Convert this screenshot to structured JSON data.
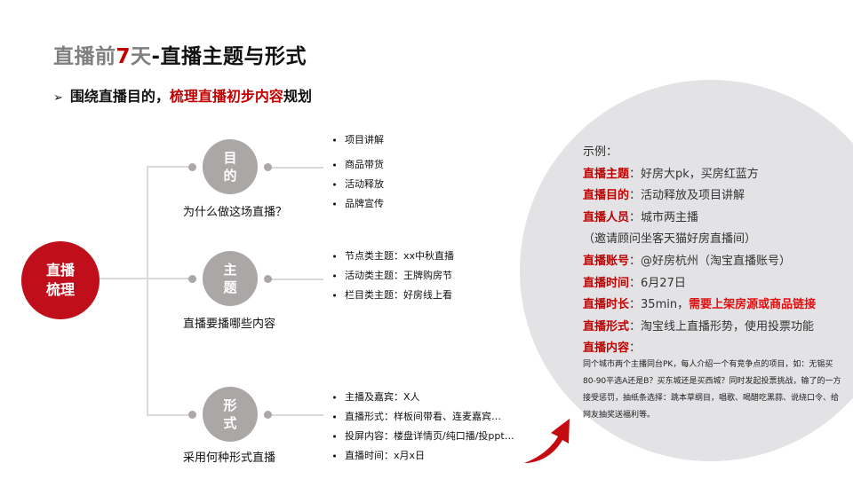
{
  "title": {
    "part1": "直播前",
    "part2": "7",
    "part3": "天",
    "part4": "-直播主题与形式",
    "colors": {
      "gray": "#7f7f7f",
      "accent": "#c00000",
      "dark": "#111111"
    }
  },
  "subtitle": {
    "arrow": "➢",
    "part1": "围绕直播目的，",
    "part2": "梳理直播初步内容",
    "part3": "规划"
  },
  "mindmap": {
    "root": {
      "line1": "直播",
      "line2": "梳理",
      "color": "#c00f1a"
    },
    "branches": [
      {
        "node_line1": "目",
        "node_line2": "的",
        "caption": "为什么做这场直播？",
        "items": [
          "项目讲解",
          "商品带货",
          "活动释放",
          "品牌宣传"
        ]
      },
      {
        "node_line1": "主",
        "node_line2": "题",
        "caption": "直播要播哪些内容",
        "items": [
          "节点类主题：xx中秋直播",
          "活动类主题：王牌购房节",
          "栏目类主题：好房线上看"
        ]
      },
      {
        "node_line1": "形",
        "node_line2": "式",
        "caption": "采用何种形式直播",
        "items": [
          "主播及嘉宾：X人",
          "直播形式：样板间带看、连麦嘉宾…",
          "投屏内容：楼盘详情页/纯口播/投ppt…",
          "直播时间：x月x日"
        ]
      }
    ]
  },
  "example": {
    "heading": "示例：",
    "rows": [
      {
        "label": "直播主题",
        "sep": "：",
        "value": "好房大pk，买房红蓝方"
      },
      {
        "label": "直播目的",
        "sep": "：",
        "value": "活动释放及项目讲解"
      },
      {
        "label": "直播人员",
        "sep": "：",
        "value": "城市两主播"
      },
      {
        "label": "",
        "sep": "",
        "value": "（邀请顾问坐客天猫好房直播间）"
      },
      {
        "label": "直播账号",
        "sep": "：",
        "value": "@好房杭州（淘宝直播账号）"
      },
      {
        "label": "直播时间",
        "sep": "：",
        "value": "6月27日"
      },
      {
        "label": "直播时长",
        "sep": "：",
        "value": "35min，",
        "highlight": "需要上架房源或商品链接"
      },
      {
        "label": "直播形式",
        "sep": "：",
        "value": "淘宝线上直播形势，使用投票功能"
      },
      {
        "label": "直播内容",
        "sep": "：",
        "value": ""
      }
    ],
    "content": "同个城市两个主播同台PK，每人介绍一个有竞争点的项目，如：无锡买80-90平选A还是B？买东城还是买西城？同时发起投票挑战，输了的一方接受惩罚，抽纸条选择：跳本草纲目，唱歌、喝醋吃黑蒜、说绕口令、给网友抽奖送福利等。",
    "circle_color": "#e3e3e6"
  },
  "icons": {
    "curved_arrow": "curved-arrow-icon"
  }
}
